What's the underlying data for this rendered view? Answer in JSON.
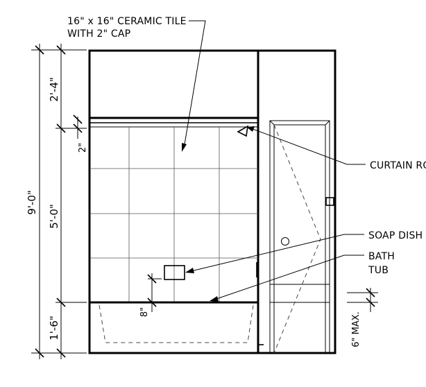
{
  "labels": {
    "tile_line1": "16\" x 16\" CERAMIC TILE",
    "tile_line2": "WITH 2\" CAP",
    "curtain_rod": "CURTAIN RO",
    "soap_dish": "SOAP DISH",
    "bath_line1": "BATH",
    "bath_line2": "TUB"
  },
  "dimensions": {
    "overall_height": "9'-0\"",
    "upper_band": "2'-4\"",
    "cap": "2\"",
    "tile_height": "5'-0\"",
    "tub_height": "1'-6\"",
    "soap_dish_height": "8\"",
    "max_step": "6\" MAX."
  }
}
